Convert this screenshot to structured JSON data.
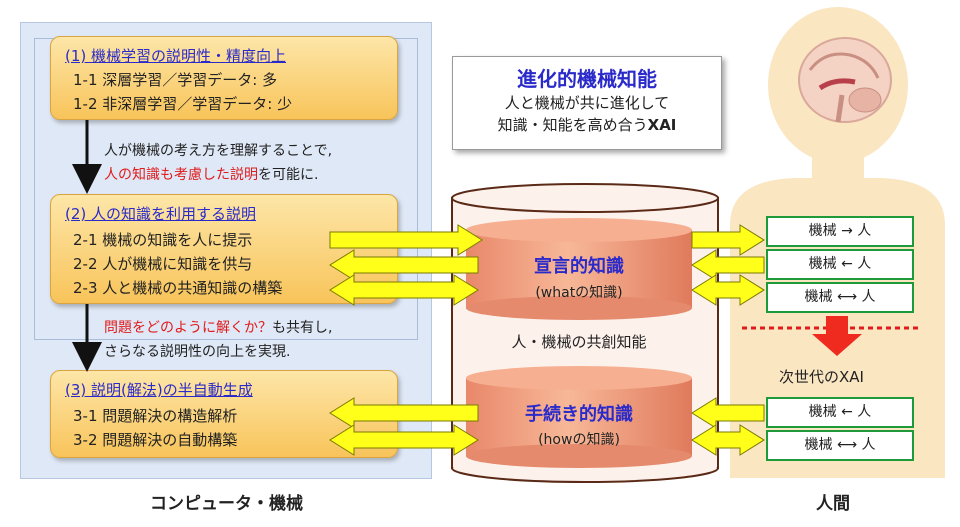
{
  "left_panel": {
    "box1": {
      "title": "(1) 機械学習の説明性・精度向上",
      "items": [
        "1-1 深層学習／学習データ: 多",
        "1-2 非深層学習／学習データ: 少"
      ]
    },
    "note1": {
      "line1": "人が機械の考え方を理解することで,",
      "line2_red": "人の知識も考慮した説明",
      "line2_rest": "を可能に."
    },
    "box2": {
      "title": "(2) 人の知識を利用する説明",
      "items": [
        "2-1 機械の知識を人に提示",
        "2-2 人が機械に知識を供与",
        "2-3 人と機械の共通知識の構築"
      ]
    },
    "note2": {
      "line1_red": "問題をどのように解くか？",
      "line1_rest": "も共有し,",
      "line2": "さらなる説明性の向上を実現."
    },
    "box3": {
      "title": "(3) 説明(解法)の半自動生成",
      "items": [
        "3-1 問題解決の構造解析",
        "3-2 問題解決の自動構築"
      ]
    },
    "caption": "コンピュータ・機械"
  },
  "xai_box": {
    "title": "進化的機械知能",
    "line1": "人と機械が共に進化して",
    "line2_prefix": "知識・知能を高め合う",
    "line2_bold": "XAI"
  },
  "cylinder": {
    "declarative_title": "宣言的知識",
    "declarative_sub": "(whatの知識)",
    "co_creation": "人・機械の共創知能",
    "procedural_title": "手続き的知識",
    "procedural_sub": "(howの知識)"
  },
  "right_panel": {
    "relations_top": [
      "機械 → 人",
      "機械 ← 人",
      "機械 ⟷ 人"
    ],
    "next_xai": "次世代のXAI",
    "relations_bottom": [
      "機械 ← 人",
      "機械 ⟷ 人"
    ],
    "caption": "人間"
  },
  "colors": {
    "accent_blue": "#2a2acb",
    "accent_red": "#e01b1b",
    "arrow_yellow": "#ffff1a",
    "box_green": "#1f9a3a",
    "cylinder_orange": "#f3a07d"
  }
}
